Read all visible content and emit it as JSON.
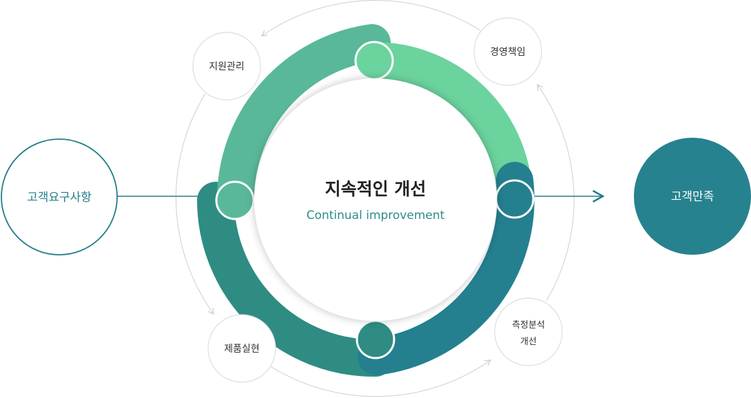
{
  "center": {
    "title": "지속적인 개선",
    "subtitle": "Continual improvement"
  },
  "input_node": {
    "label": "고객요구사항"
  },
  "output_node": {
    "label": "고객만족"
  },
  "cycle_nodes": {
    "support": "지원관리",
    "management": "경영책임",
    "measurement_line1": "측정분석",
    "measurement_line2": "개선",
    "product": "제품실현"
  },
  "colors": {
    "ring_top_right": "#6bd39e",
    "ring_right": "#24808f",
    "ring_bottom": "#2f8c82",
    "ring_left": "#59b89a",
    "accent_teal": "#237d89",
    "output_fill": "#26828e",
    "node_border": "#dddddd",
    "arrow_gray": "#d4d4d4"
  },
  "icons": {
    "arrow_out": "arrow-right-icon",
    "cycle_arrows": "curved-arrow-icon"
  }
}
